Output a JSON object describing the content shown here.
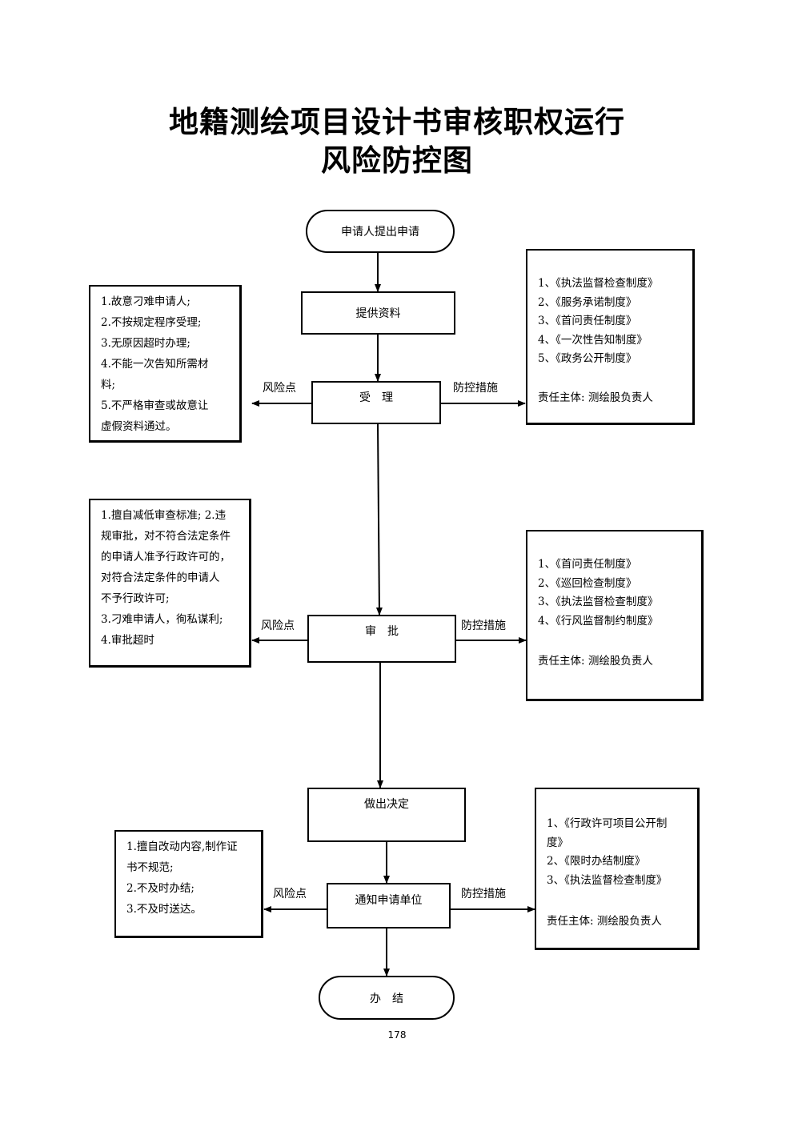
{
  "title_line1": "地籍测绘项目设计书审核职权运行",
  "title_line2": "风险防控图",
  "flow": {
    "start": "申请人提出申请",
    "provide": "提供资料",
    "accept": "受　理",
    "approve": "审　批",
    "decide": "做出决定",
    "notify": "通知申请单位",
    "finish": "办　结"
  },
  "labels": {
    "risk_point": "风险点",
    "control_measures": "防控措施"
  },
  "risks": {
    "accept": [
      "1.故意刁难申请人;",
      "2.不按规定程序受理;",
      "3.无原因超时办理;",
      "4.不能一次告知所需材",
      "料;",
      "5.不严格审查或故意让",
      "虚假资料通过。"
    ],
    "approve": [
      "1.擅自减低审查标准; 2.违",
      "规审批，对不符合法定条件",
      "的申请人准予行政许可的，",
      "对符合法定条件的申请人",
      "不予行政许可;",
      "3.刁难申请人，徇私谋利;",
      "4.审批超时"
    ],
    "notify": [
      "1.擅自改动内容,制作证",
      "书不规范;",
      "2.不及时办结;",
      "3.不及时送达。"
    ]
  },
  "measures": {
    "accept": [
      "1、《执法监督检查制度》",
      "2、《服务承诺制度》",
      "3、《首问责任制度》",
      "4、《一次性告知制度》",
      "5、《政务公开制度》"
    ],
    "approve": [
      "1、《首问责任制度》",
      "2、《巡回检查制度》",
      "3、《执法监督检查制度》",
      "4、《行风监督制约制度》"
    ],
    "notify": [
      "1、《行政许可项目公开制",
      "度》",
      "2、《限时办结制度》",
      "3、《执法监督检查制度》"
    ]
  },
  "responsible": "责任主体: 测绘股负责人",
  "page_number": "178"
}
